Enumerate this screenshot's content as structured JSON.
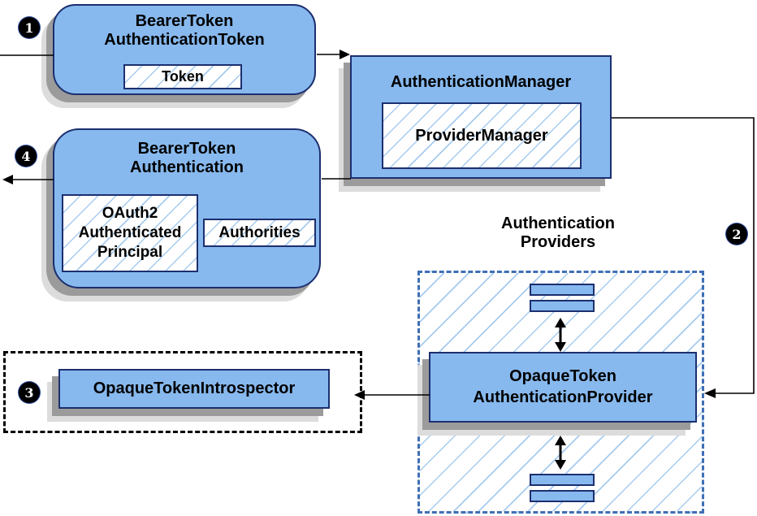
{
  "diagram": {
    "badges": {
      "step1": "1",
      "step2": "2",
      "step3": "3",
      "step4": "4"
    },
    "nodes": {
      "bearer_token_authentication_token": {
        "title_lines": [
          "BearerToken",
          "AuthenticationToken"
        ],
        "token_label": "Token"
      },
      "authentication_manager": {
        "title": "AuthenticationManager",
        "provider_manager_label": "ProviderManager"
      },
      "bearer_token_authentication": {
        "title_lines": [
          "BearerToken",
          "Authentication"
        ],
        "principal_lines": [
          "OAuth2",
          "Authenticated",
          "Principal"
        ],
        "authorities_label": "Authorities"
      },
      "authentication_providers_group": {
        "title_lines": [
          "Authentication",
          "Providers"
        ]
      },
      "opaque_token_authentication_provider": {
        "title_lines": [
          "OpaqueToken",
          "AuthenticationProvider"
        ]
      },
      "opaque_token_introspector": {
        "title": "OpaqueTokenIntrospector"
      }
    },
    "colors": {
      "node_fill": "#87B9EE",
      "node_border": "#1C2F6F",
      "hatch": "#A6CBEF",
      "dash_border": "#3F6FB5",
      "shadow_dark": "#9B9B9B",
      "shadow_light": "#DCDCDC",
      "badge_bg": "#000000",
      "badge_fg": "#FFFFFF",
      "line": "#000000"
    }
  }
}
